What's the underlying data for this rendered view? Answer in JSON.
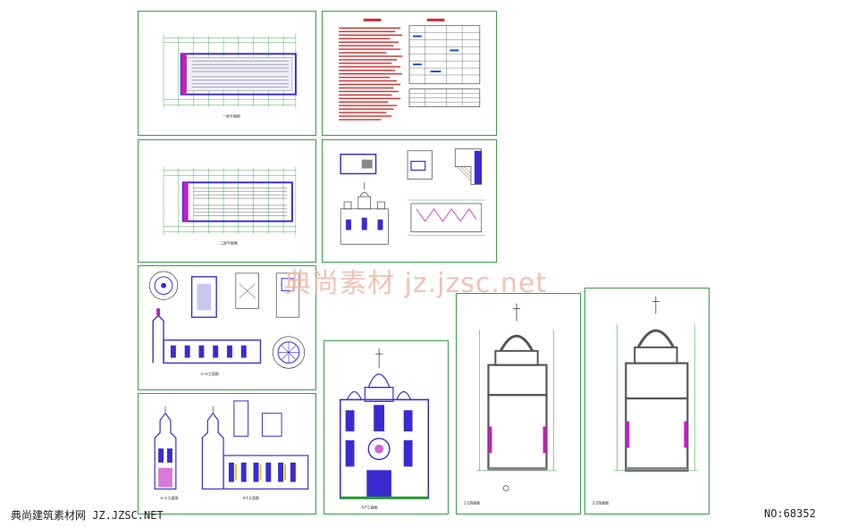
{
  "watermark": "典尚素材  jz.jzsc.net",
  "footer": {
    "site": "典尚建筑素材网 JZ.JZSC.NET",
    "number": "NO:68352"
  },
  "colors": {
    "frame": "#3a9c4a",
    "wall": "#3a2bd0",
    "dim": "#1f9b2a",
    "accent": "#c21fbf",
    "red": "#d22a2a",
    "watermark": "#f0b8a8"
  },
  "sheets": [
    {
      "id": "plan-1",
      "kind": "floor-plan"
    },
    {
      "id": "notes",
      "kind": "design-notes"
    },
    {
      "id": "plan-2",
      "kind": "floor-plan"
    },
    {
      "id": "details",
      "kind": "details"
    },
    {
      "id": "roof-details",
      "kind": "roof-and-ornament-details"
    },
    {
      "id": "side-elevation",
      "kind": "elevation"
    },
    {
      "id": "front-elevation",
      "kind": "elevation"
    },
    {
      "id": "section-1",
      "kind": "section"
    },
    {
      "id": "section-2",
      "kind": "section"
    }
  ]
}
